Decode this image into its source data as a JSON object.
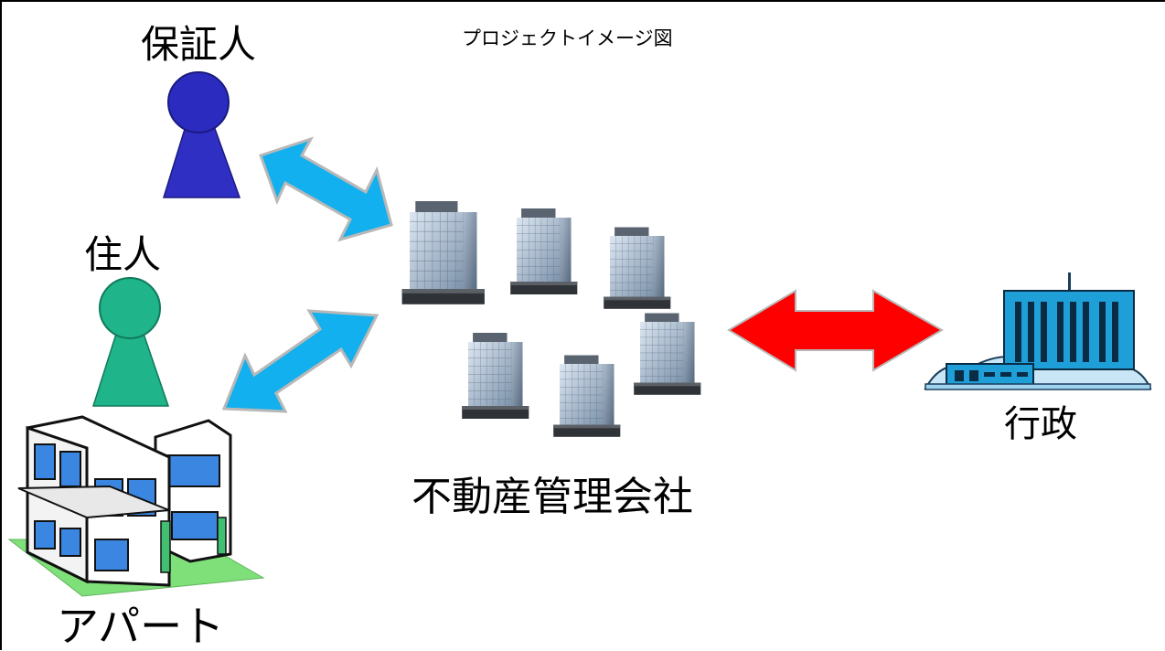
{
  "diagram": {
    "title": "プロジェクトイメージ図",
    "nodes": {
      "guarantor": {
        "label": "保証人",
        "icon": "person-icon",
        "color": "#2b2bbf"
      },
      "resident": {
        "label": "住人",
        "icon": "person-icon",
        "color": "#1fb48a"
      },
      "apartment": {
        "label": "アパート",
        "icon": "apartment-building-icon"
      },
      "company": {
        "label": "不動産管理会社",
        "icon": "office-buildings-icon"
      },
      "government": {
        "label": "行政",
        "icon": "government-building-icon"
      }
    },
    "edges": [
      {
        "from": "guarantor",
        "to": "company",
        "style": "double-arrow",
        "color": "#12b0ee"
      },
      {
        "from": "resident",
        "to": "company",
        "style": "double-arrow",
        "color": "#12b0ee"
      },
      {
        "from": "company",
        "to": "government",
        "style": "double-arrow",
        "color": "#ff0000"
      }
    ]
  }
}
